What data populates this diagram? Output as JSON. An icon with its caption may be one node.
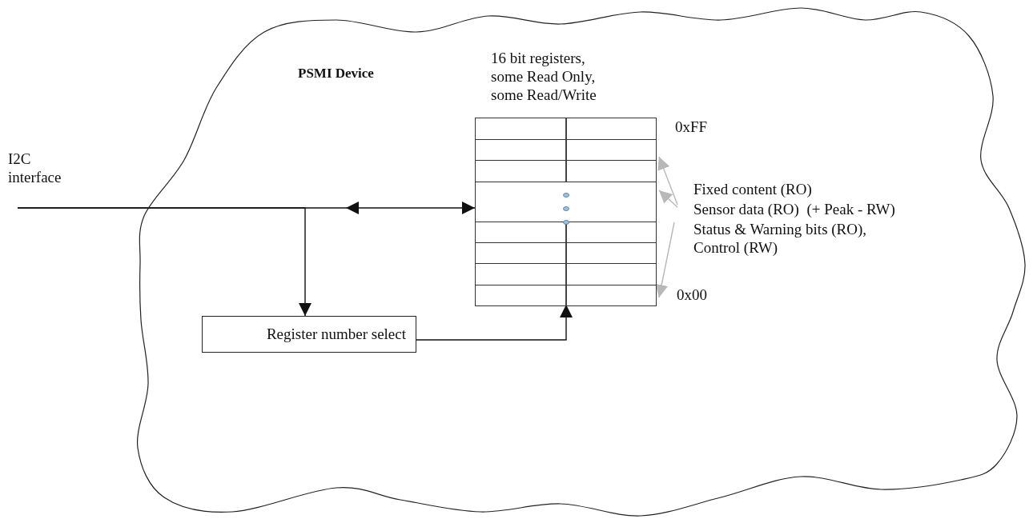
{
  "diagram": {
    "nodes": [
      {
        "text": [
          "PSMI Device"
        ]
      },
      {
        "text": [
          "I2C interface"
        ]
      },
      {
        "text": [
          "16 bit registers, some Read Only, some Read/Write"
        ],
        "in": 0
      },
      {
        "text": [
          "Register number select"
        ],
        "in": 0
      },
      {
        "text": [
          "Fixed content (RO)"
        ],
        "in": 0
      },
      {
        "text": [
          "Sensor data (RO)  (+ Peak - RW)"
        ],
        "in": 0
      },
      {
        "text": [
          "Status & Warning bits (RO), Control (RW)"
        ],
        "in": 0
      }
    ],
    "edges": [
      {
        "from": 1,
        "to": 2,
        "arrow": "to"
      },
      {
        "from": 1,
        "to": 3,
        "arrow": "to"
      },
      {
        "from": 3,
        "to": 2,
        "arrow": "to"
      },
      {
        "from": 4,
        "to": 2,
        "arrow": "to",
        "color": "#b8b8b8"
      },
      {
        "from": 5,
        "to": 2,
        "arrow": "to",
        "color": "#b8b8b8"
      },
      {
        "from": 6,
        "to": 2,
        "arrow": "to",
        "color": "#b8b8b8"
      }
    ],
    "labels": [
      "0xFF",
      "0x00"
    ]
  }
}
